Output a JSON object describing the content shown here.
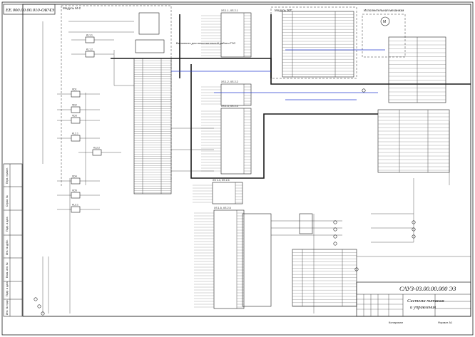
{
  "sheet": {
    "corner_code": "ЕЕ.000.00.00.010-ОКЧЭ",
    "doc_code": "САУЗ-03.00.00.000 Э3",
    "title_line1": "Система питания",
    "title_line2": "и управления",
    "format": "Формат A1",
    "copied": "Копировал",
    "side_labels": [
      "Перв. примен.",
      "Справ. №",
      "Подп. и дата",
      "Инв. № дубл.",
      "Взам. инв. №",
      "Подп. и дата",
      "Инв. № подл."
    ]
  },
  "labels": {
    "module_left": "Модуль М-2",
    "module_center": "Модуль 'КР'",
    "panel_right": "Исполнительная механизм",
    "note_mid": "Выполнить для исполнительной работы ТЗС"
  },
  "blocks": {
    "ra": [
      "XS 1.1, XS 2.1",
      "XS 1.2, XS 2.2",
      "XS 1.3, XS 2.3",
      "XS 1.4, XS 2.4",
      "XS 1.5, XS 2.5",
      "XS 1.6, XS 2.6"
    ],
    "left_components": [
      "KL1.1",
      "KL1.2",
      "VD1",
      "VD2",
      "VD3",
      "KL2.1",
      "KL2.2",
      "VD4",
      "VD5",
      "KL3.1"
    ]
  },
  "colors": {
    "line": "#222222",
    "bus": "#1a1a1a",
    "accent": "#2a3fd0"
  }
}
